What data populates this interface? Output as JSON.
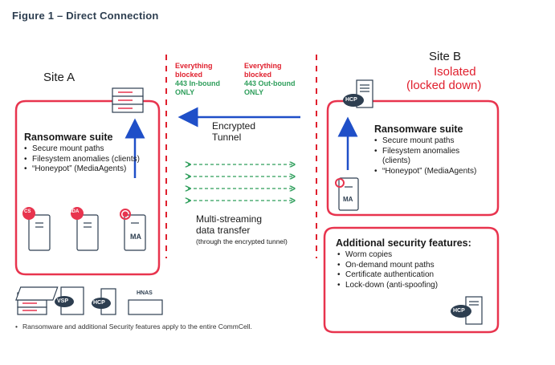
{
  "figure_title": "Figure 1 – Direct Connection",
  "site_a": {
    "label": "Site A",
    "suite_title": "Ransomware suite",
    "items": [
      "Secure mount paths",
      "Filesystem anomalies (clients)",
      "“Honeypot” (MediaAgents)"
    ],
    "icons": {
      "cs": "CS",
      "ida": "IDA",
      "ma": "MA"
    }
  },
  "site_b": {
    "label": "Site B",
    "status_line1": "Isolated",
    "status_line2": "(locked down)",
    "suite_title": "Ransomware suite",
    "items": [
      "Secure mount paths",
      "Filesystem anomalies (clients)",
      "“Honeypot” (MediaAgents)"
    ],
    "icons": {
      "hcp": "HCP",
      "ma": "MA"
    }
  },
  "firewall_left": {
    "line1": "Everything",
    "line2": "blocked",
    "line3": "443 In-bound",
    "line4": "ONLY"
  },
  "firewall_right": {
    "line1": "Everything",
    "line2": "blocked",
    "line3": "443 Out-bound",
    "line4": "ONLY"
  },
  "tunnel": {
    "line1": "Encrypted",
    "line2": "Tunnel"
  },
  "streaming": {
    "line1": "Multi-streaming",
    "line2": "data transfer",
    "note": "(through the encrypted tunnel)"
  },
  "additional": {
    "title": "Additional security features:",
    "items": [
      "Worm copies",
      "On-demand mount paths",
      "Certificate authentication",
      "Lock-down (anti-spoofing)"
    ],
    "hcp": "HCP"
  },
  "legend_icons": {
    "vsp": "VSP",
    "hcp": "HCP",
    "hnas": "HNAS"
  },
  "footnote": "Ransomware and additional Security features apply to the entire CommCell.",
  "colors": {
    "accent_red": "#e8344e",
    "arrow_blue": "#1f4fc8",
    "dashed_green": "#2e9e5b",
    "title_navy": "#2d3e50"
  }
}
